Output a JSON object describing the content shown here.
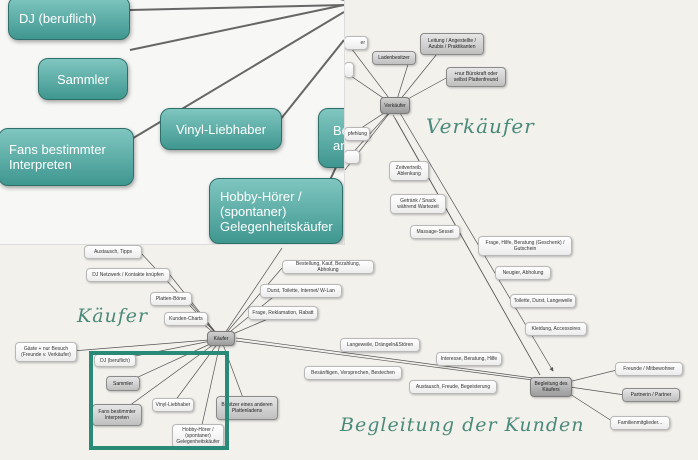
{
  "groups": {
    "kaeufer": "Käufer",
    "verkaeufer": "Verkäufer",
    "begleitung": "Begleitung der Kunden"
  },
  "nodes": {
    "kaeufer_main": "Käufer",
    "verkaeufer_main": "Verkäufer",
    "begleitung_main": "Begleitung des Käufers",
    "dj": "DJ (beruflich)",
    "sammler": "Sammler",
    "vinyl": "Vinyl-Liebhaber",
    "fans": "Fans bestimmter Interpreten",
    "besitzer": "Besitzer eines anderen Plattenladens",
    "hobby": "Hobby-Hörer / (spontaner) Gelegenheitskäufer",
    "gaeste": "Gäste + nur Besuch (Freunde v. Verkäufer)",
    "kunden_charts": "Kunden-Charts",
    "platten_boerse": "Platten-Börse",
    "dj_netzwerk": "DJ Netzwerk / Kontakte knüpfen",
    "austausch": "Austausch, Tipps",
    "ladenbesitzer": "Ladenbesitzer",
    "leitung": "Leitung / Angestellte / Azubis / Praktikanten",
    "buerokraft": "+nur Bürokraft oder selbst Plattenfreund",
    "zeitvertreib": "Zeitvertreib, Ablenkung",
    "getraenk": "Getränk / Snack während Wartezeit",
    "massage": "Massage-Sessel",
    "bestellung": "Bestellung, Kauf, Bezahlung, Abholung",
    "durst": "Durst, Toilette, Internet/ W-Lan",
    "frage": "Frage, Reklamation, Rabatt",
    "frage_hilfe": "Frage, Hilfe, Beratung (Geschenk) / Gutschein",
    "neugier": "Neugier, Abholung",
    "toilette": "Toilette, Durst, Langeweile",
    "kleidung": "Kleidung, Accessoires",
    "langeweile": "Langeweile, Drängeln&Stören",
    "interesse": "Interesse, Beratung, Hilfe",
    "befaenftigen": "Besänftigen, Versprechen, Bestechen",
    "austausch2": "Austausch, Freude, Begeisterung",
    "freunde": "Freunde / Mitbewohner",
    "partnerin": "Partnerin / Partner",
    "familie": "Familienmitglieder...",
    "partial_fehlung": "pfehlung",
    "partial_ter": "ter"
  },
  "inset": {
    "dj": "DJ (beruflich)",
    "sammler": "Sammler",
    "fans": "Fans bestimmter Interpreten",
    "vinyl": "Vinyl-Liebhaber",
    "hobby": "Hobby-Hörer / (spontaner) Gelegenheitskäufer",
    "partial": "Be an"
  }
}
